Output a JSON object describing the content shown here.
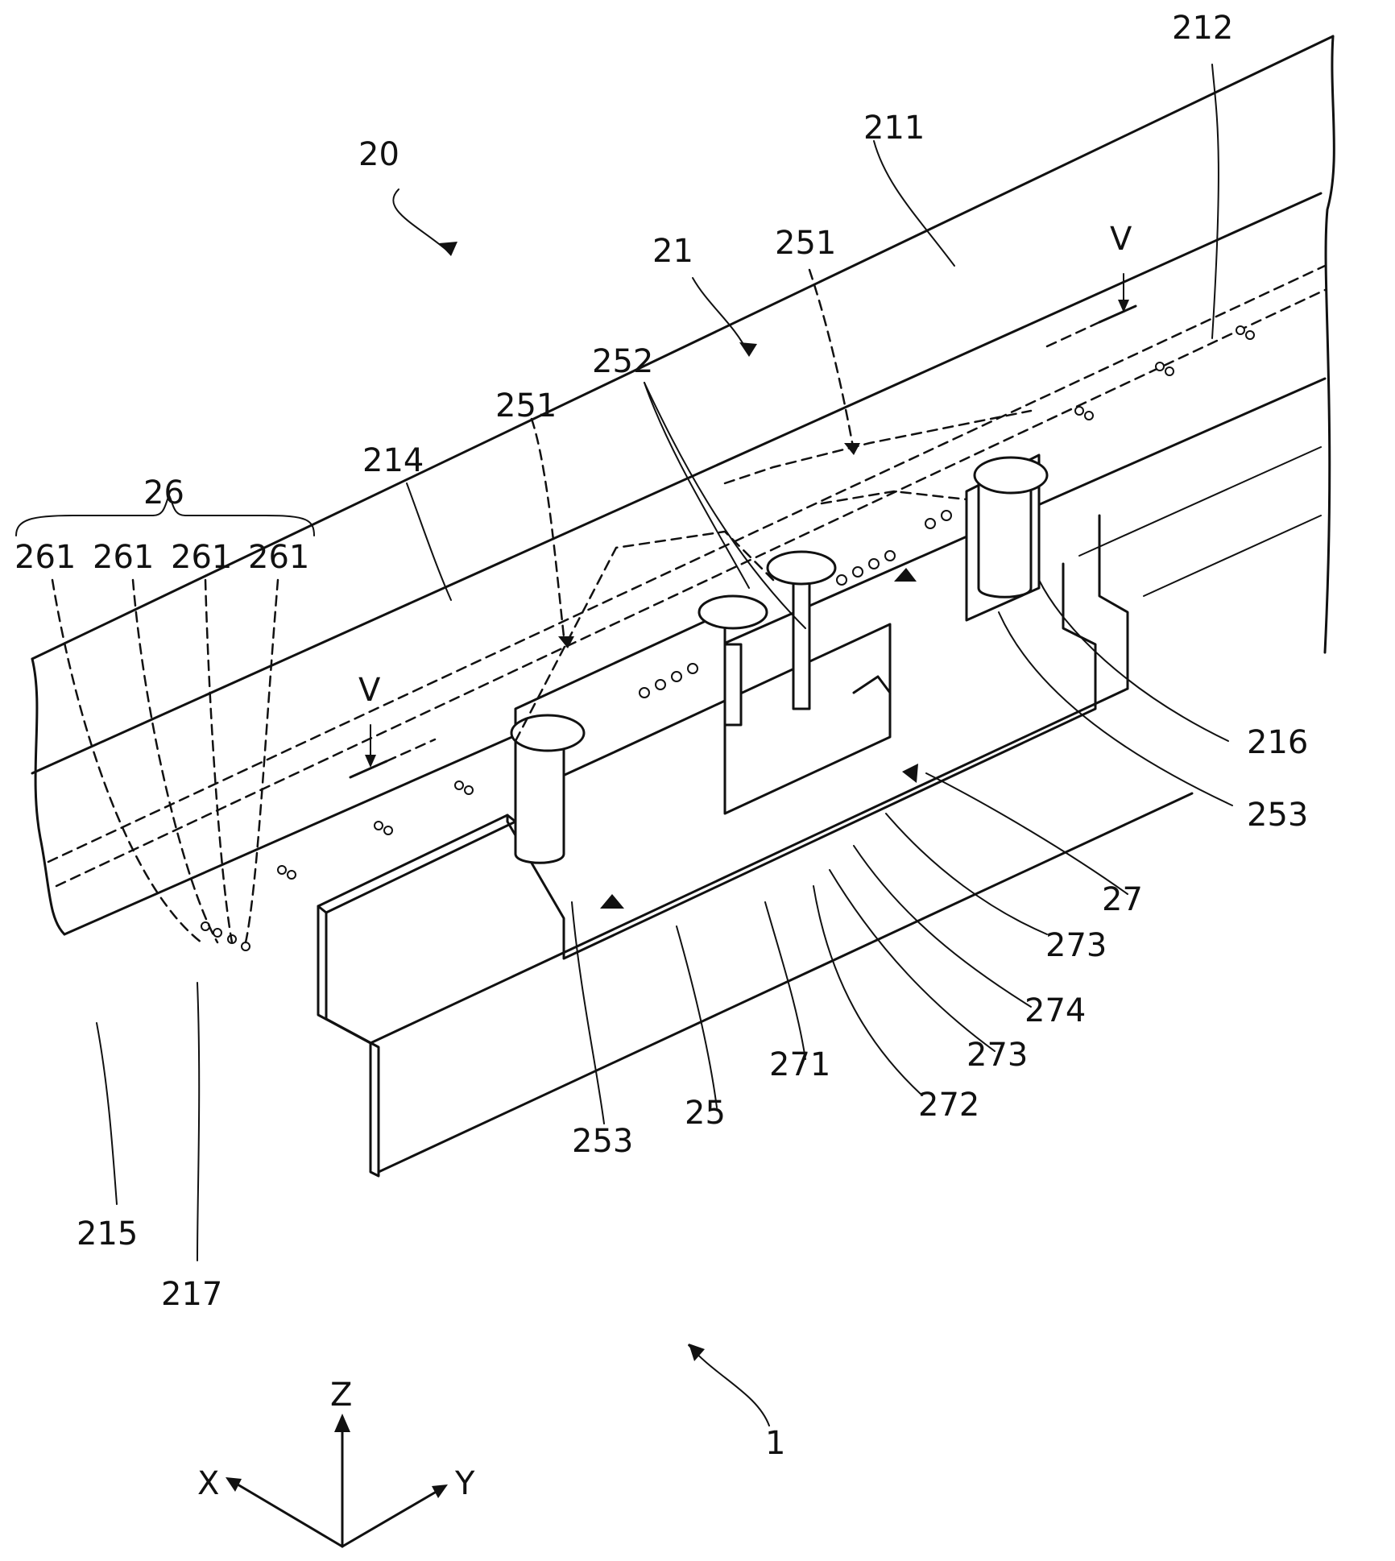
{
  "labels": {
    "l20": "20",
    "l21": "21",
    "l211": "211",
    "l212": "212",
    "l214": "214",
    "l215": "215",
    "l216": "216",
    "l217": "217",
    "l25": "25",
    "l251a": "251",
    "l251b": "251",
    "l252": "252",
    "l253a": "253",
    "l253b": "253",
    "l26": "26",
    "l261a": "261",
    "l261b": "261",
    "l261c": "261",
    "l261d": "261",
    "l27": "27",
    "l271": "271",
    "l272": "272",
    "l273a": "273",
    "l273b": "273",
    "l274": "274",
    "l1": "1",
    "vTop": "V",
    "vLeft": "V"
  },
  "axes": {
    "z": "Z",
    "x": "X",
    "y": "Y"
  }
}
